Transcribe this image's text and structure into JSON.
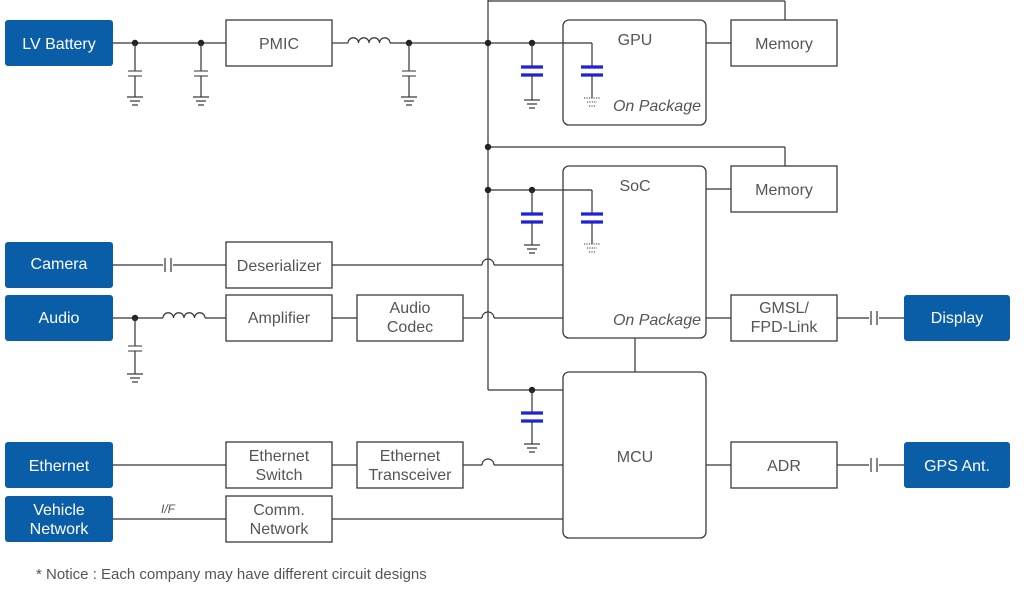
{
  "blocks": {
    "lv_battery": "LV Battery",
    "camera": "Camera",
    "audio": "Audio",
    "ethernet": "Ethernet",
    "vehicle_network": [
      "Vehicle",
      "Network"
    ],
    "display": "Display",
    "gps_ant": "GPS Ant."
  },
  "components": {
    "pmic": "PMIC",
    "gpu": "GPU",
    "memory_gpu": "Memory",
    "soc": "SoC",
    "memory_soc": "Memory",
    "deserializer": "Deserializer",
    "amplifier": "Amplifier",
    "audio_codec": [
      "Audio",
      "Codec"
    ],
    "gmsl": [
      "GMSL/",
      "FPD-Link"
    ],
    "mcu": "MCU",
    "adr": "ADR",
    "ethernet_switch": [
      "Ethernet",
      "Switch"
    ],
    "ethernet_transceiver": [
      "Ethernet",
      "Transceiver"
    ],
    "comm_network": [
      "Comm.",
      "Network"
    ]
  },
  "labels": {
    "on_package_gpu": "On Package",
    "on_package_soc": "On Package",
    "if_label": "I/F",
    "notice": "* Notice :  Each company may have different circuit designs"
  }
}
